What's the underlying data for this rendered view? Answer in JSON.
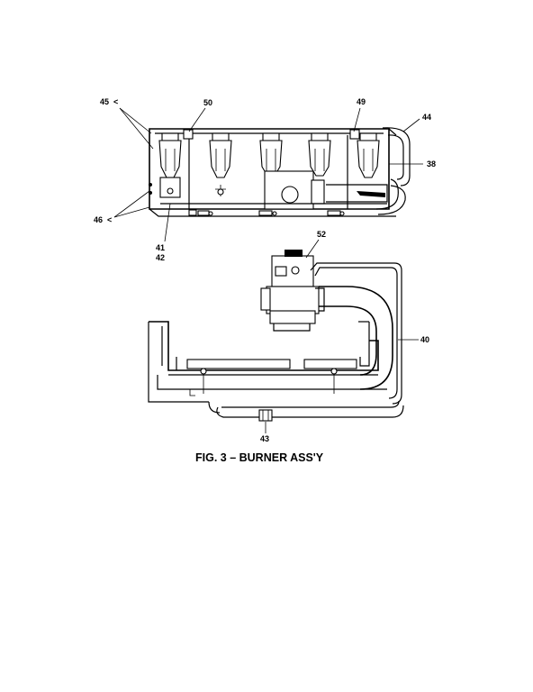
{
  "figure": {
    "caption": "FIG. 3 – BURNER ASS'Y",
    "callouts": {
      "c45": "45",
      "c50": "50",
      "c49": "49",
      "c44": "44",
      "c38": "38",
      "c46": "46",
      "c41": "41",
      "c42": "42",
      "c52": "52",
      "c40": "40",
      "c43": "43"
    }
  }
}
